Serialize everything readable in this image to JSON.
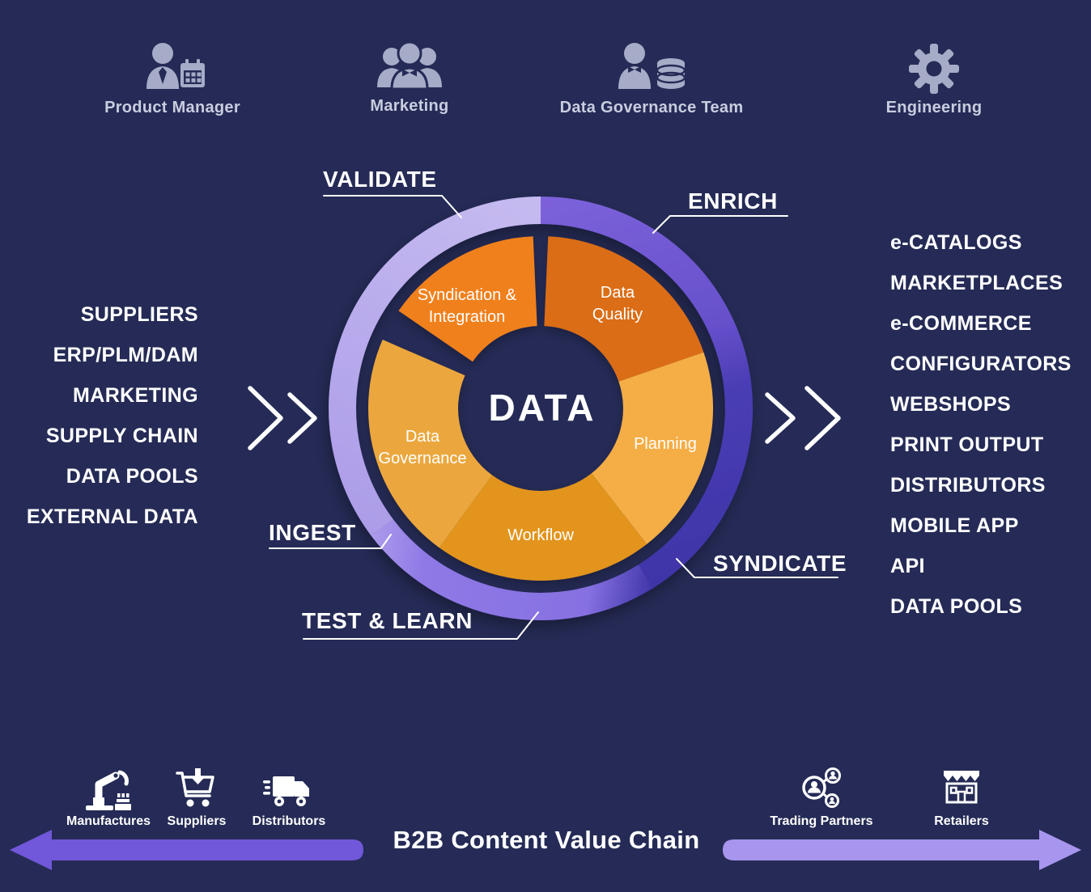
{
  "colors": {
    "background": "#252B56",
    "white": "#FFFFFF",
    "persona_icon": "#A6ABC7",
    "persona_label": "#C9CDDF",
    "ring_right": [
      "#7C62DB",
      "#6750CB",
      "#4A3DB5",
      "#3E35A8"
    ],
    "ring_bottom": [
      "#3E35A8",
      "#8771E2",
      "#8F79E6",
      "#AC9BEC"
    ],
    "ring_left": [
      "#AC9CE8",
      "#C6BBF0"
    ],
    "arrow_left": "#7157D9",
    "arrow_right": "#A795EE",
    "callout_line": "#FFFFFF"
  },
  "personas": [
    {
      "label": "Product Manager",
      "icon": "person-calendar"
    },
    {
      "label": "Marketing",
      "icon": "people-group"
    },
    {
      "label": "Data Governance Team",
      "icon": "person-database"
    },
    {
      "label": "Engineering",
      "icon": "gear"
    }
  ],
  "inputs": {
    "items": [
      "SUPPLIERS",
      "ERP/PLM/DAM",
      "MARKETING",
      "SUPPLY CHAIN",
      "DATA POOLS",
      "EXTERNAL DATA"
    ]
  },
  "outputs": {
    "items": [
      "e-CATALOGS",
      "MARKETPLACES",
      "e-COMMERCE",
      "CONFIGURATORS",
      "WEBSHOPS",
      "PRINT OUTPUT",
      "DISTRIBUTORS",
      "MOBILE APP",
      "API",
      "DATA POOLS"
    ]
  },
  "diagram": {
    "center_label": "DATA",
    "segments": [
      {
        "label": "Data\nQuality",
        "color": "#DB6D15"
      },
      {
        "label": "Planning",
        "color": "#F5AD45"
      },
      {
        "label": "Workflow",
        "color": "#E2941B"
      },
      {
        "label": "Data\nGovernance",
        "color": "#EBA73C"
      },
      {
        "label": "Syndication &\nIntegration",
        "color": "#F0801F"
      }
    ],
    "phases": {
      "validate": "VALIDATE",
      "enrich": "ENRICH",
      "ingest": "INGEST",
      "syndicate": "SYNDICATE",
      "test_learn": "TEST & LEARN"
    }
  },
  "value_chain": {
    "title": "B2B Content Value Chain",
    "left_entities": [
      {
        "label": "Manufactures",
        "icon": "robot-arm"
      },
      {
        "label": "Suppliers",
        "icon": "cart-download"
      },
      {
        "label": "Distributors",
        "icon": "delivery-truck"
      }
    ],
    "right_entities": [
      {
        "label": "Trading Partners",
        "icon": "partners-network"
      },
      {
        "label": "Retailers",
        "icon": "storefront"
      }
    ]
  }
}
